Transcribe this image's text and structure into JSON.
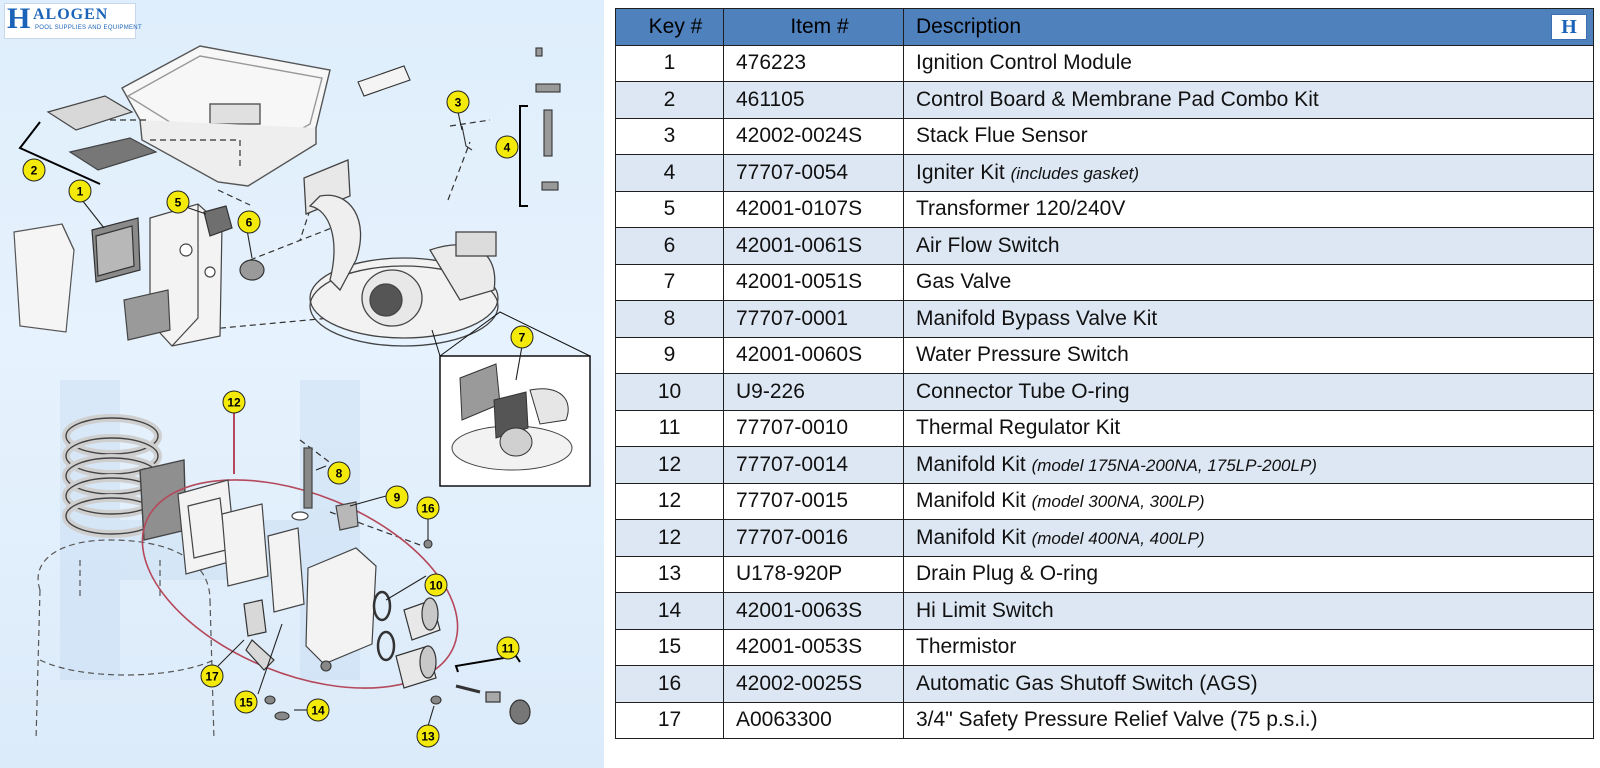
{
  "brand": {
    "logo_letter": "H",
    "logo_word": "ALOGEN",
    "logo_tagline": "POOL SUPPLIES AND EQUIPMENT",
    "corner_logo": "H"
  },
  "table": {
    "headers": {
      "key": "Key #",
      "item": "Item #",
      "description": "Description"
    },
    "rows": [
      {
        "key": "1",
        "item": "476223",
        "desc": "Ignition Control Module",
        "note": ""
      },
      {
        "key": "2",
        "item": "461105",
        "desc": "Control Board & Membrane Pad Combo Kit",
        "note": ""
      },
      {
        "key": "3",
        "item": "42002-0024S",
        "desc": "Stack Flue Sensor",
        "note": ""
      },
      {
        "key": "4",
        "item": "77707-0054",
        "desc": "Igniter Kit",
        "note": "(includes gasket)"
      },
      {
        "key": "5",
        "item": "42001-0107S",
        "desc": "Transformer 120/240V",
        "note": ""
      },
      {
        "key": "6",
        "item": "42001-0061S",
        "desc": "Air Flow Switch",
        "note": ""
      },
      {
        "key": "7",
        "item": "42001-0051S",
        "desc": "Gas Valve",
        "note": ""
      },
      {
        "key": "8",
        "item": "77707-0001",
        "desc": "Manifold Bypass Valve Kit",
        "note": ""
      },
      {
        "key": "9",
        "item": "42001-0060S",
        "desc": "Water Pressure Switch",
        "note": ""
      },
      {
        "key": "10",
        "item": "U9-226",
        "desc": "Connector Tube O-ring",
        "note": ""
      },
      {
        "key": "11",
        "item": "77707-0010",
        "desc": "Thermal Regulator Kit",
        "note": ""
      },
      {
        "key": "12",
        "item": "77707-0014",
        "desc": "Manifold Kit",
        "note": "(model 175NA-200NA, 175LP-200LP)"
      },
      {
        "key": "12",
        "item": "77707-0015",
        "desc": "Manifold Kit",
        "note": "(model 300NA, 300LP)"
      },
      {
        "key": "12",
        "item": "77707-0016",
        "desc": "Manifold Kit",
        "note": "(model 400NA, 400LP)"
      },
      {
        "key": "13",
        "item": "U178-920P",
        "desc": "Drain Plug & O-ring",
        "note": ""
      },
      {
        "key": "14",
        "item": "42001-0063S",
        "desc": "Hi Limit Switch",
        "note": ""
      },
      {
        "key": "15",
        "item": "42001-0053S",
        "desc": "Thermistor",
        "note": ""
      },
      {
        "key": "16",
        "item": "42002-0025S",
        "desc": "Automatic Gas Shutoff Switch (AGS)",
        "note": ""
      },
      {
        "key": "17",
        "item": "A0063300",
        "desc": "3/4\" Safety Pressure Relief Valve (75 p.s.i.)",
        "note": ""
      }
    ]
  },
  "diagram": {
    "callouts": [
      "1",
      "2",
      "3",
      "4",
      "5",
      "6",
      "7",
      "8",
      "9",
      "10",
      "11",
      "12",
      "13",
      "14",
      "15",
      "16",
      "17"
    ],
    "callout_color": "#f4ea0a",
    "manifold_outline_color": "#b5485a"
  }
}
